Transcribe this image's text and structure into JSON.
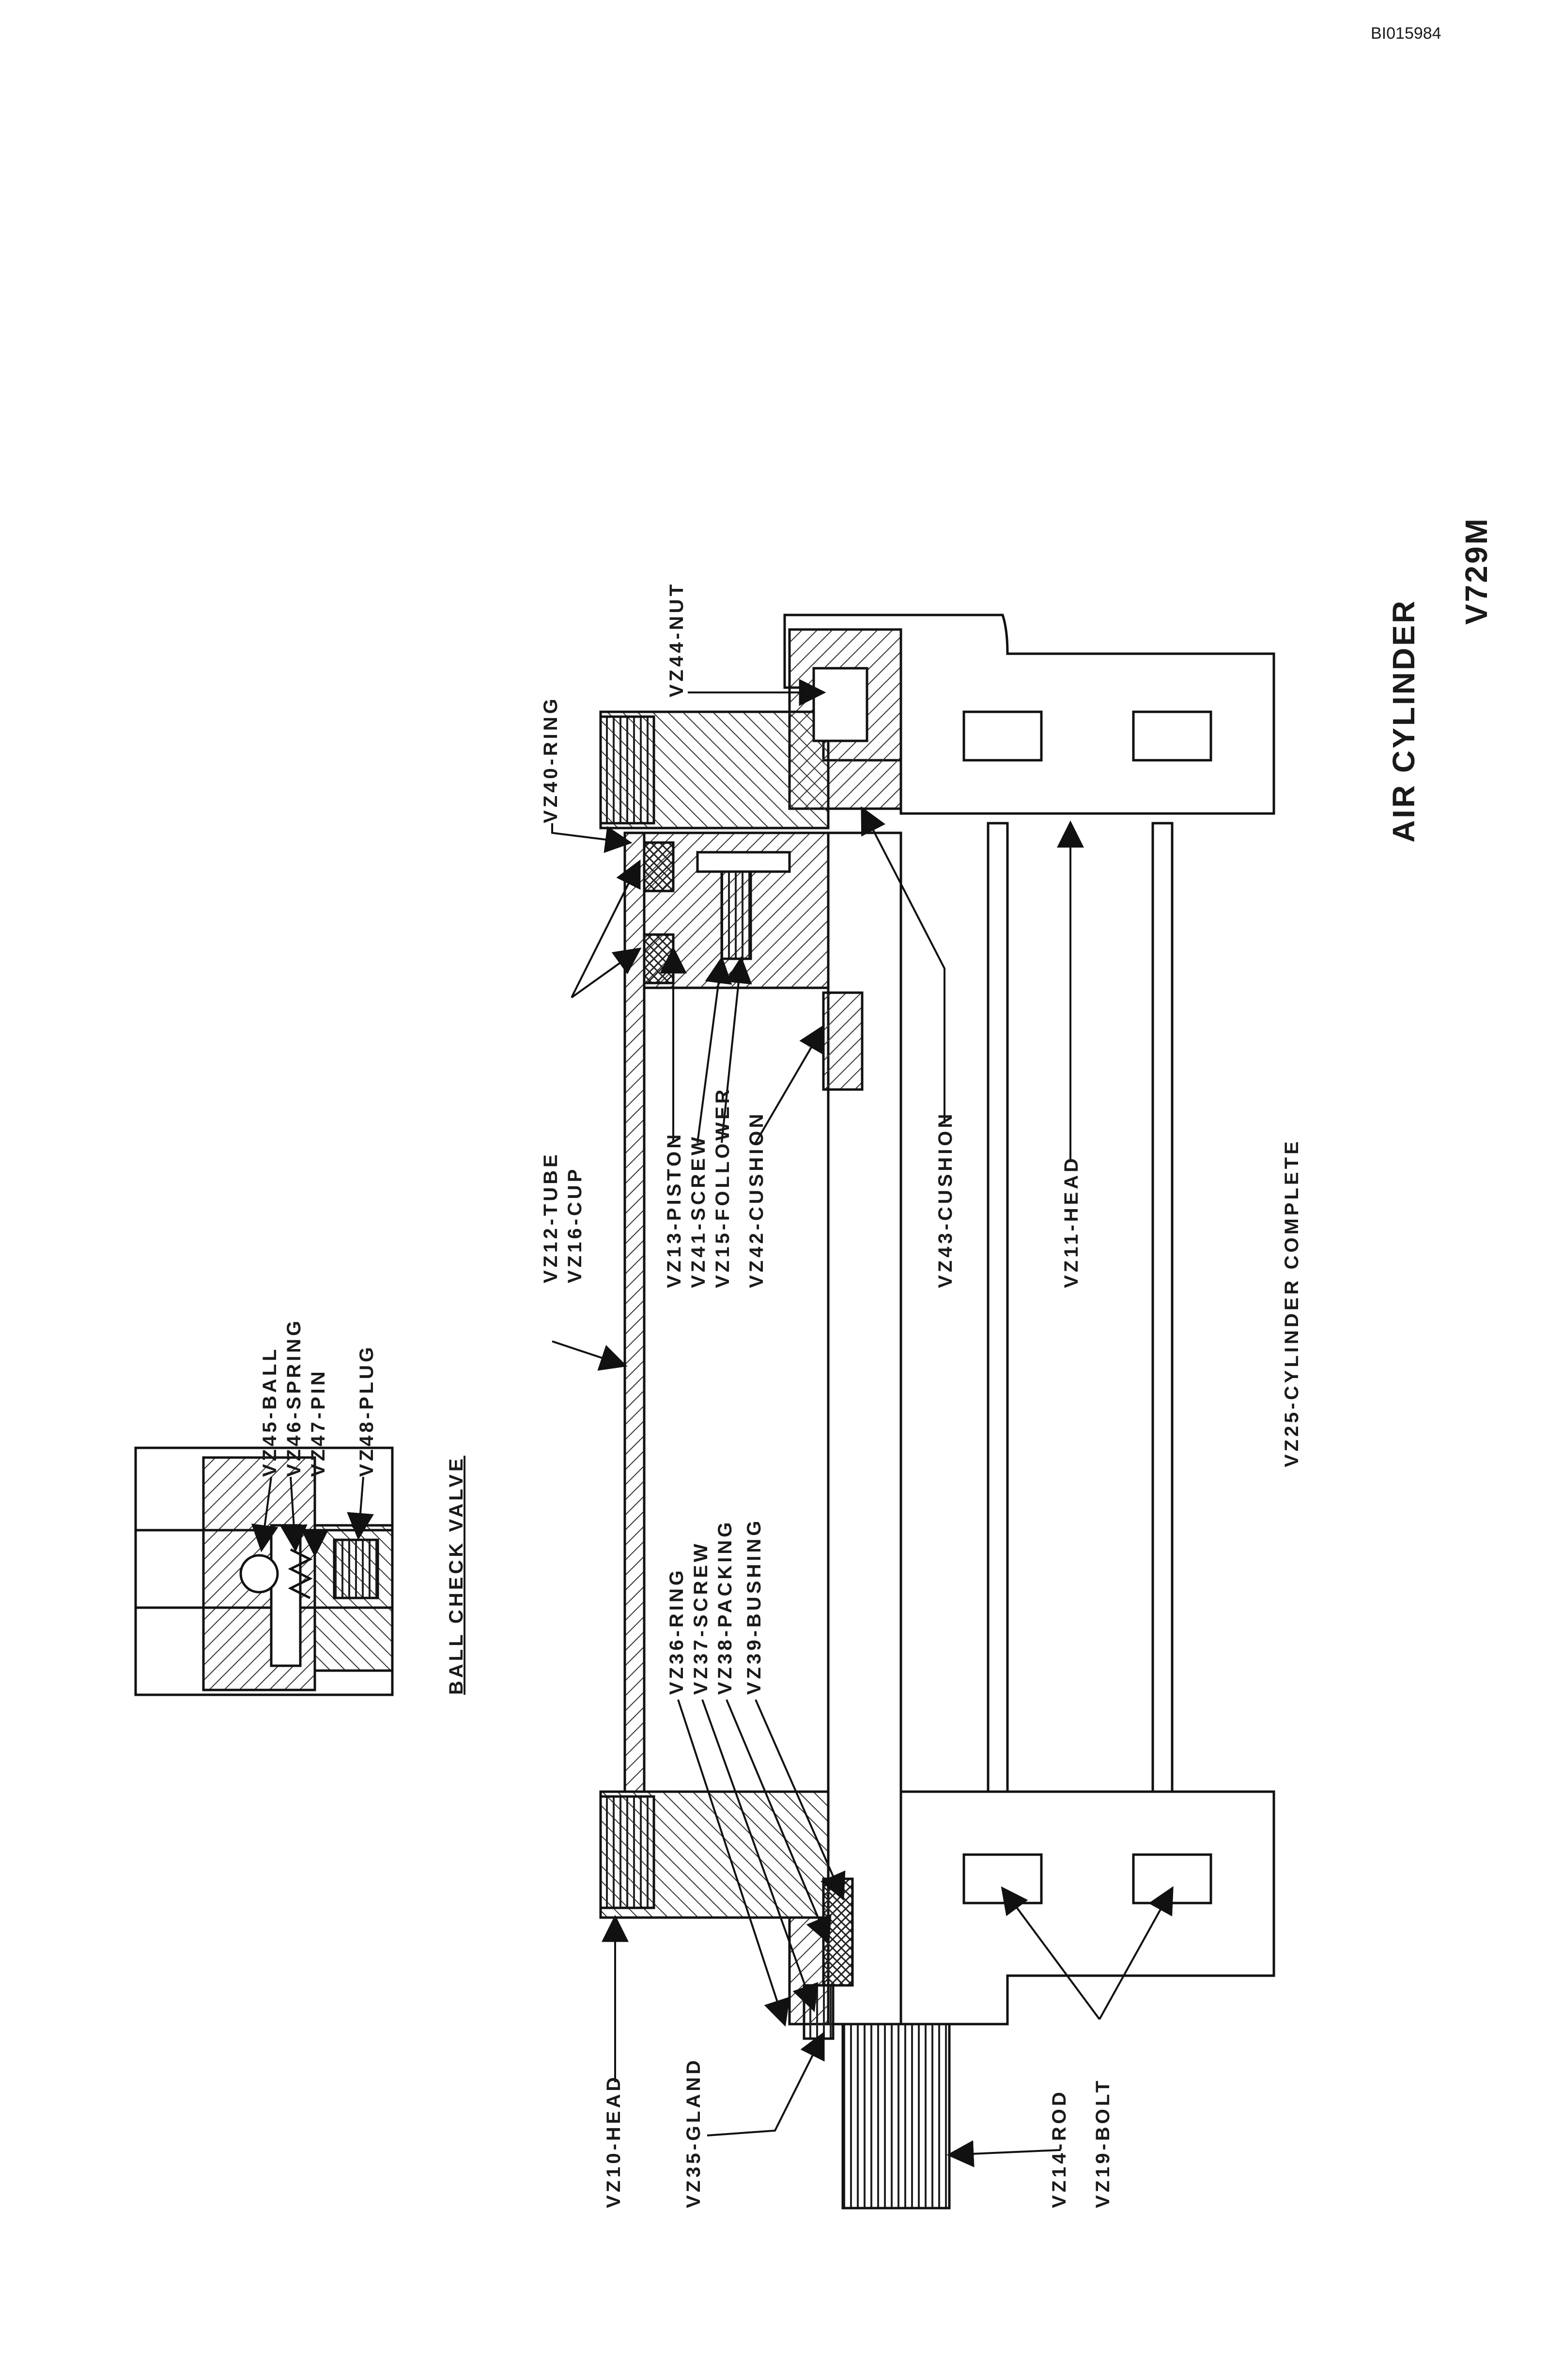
{
  "document_id": "BI015984",
  "title": "AIR CYLINDER",
  "drawing_code": "V729M",
  "assembly_label": "VZ25-CYLINDER COMPLETE",
  "inset_title": "BALL CHECK VALVE",
  "parts": {
    "vz10": "VZ10-HEAD",
    "vz35": "VZ35-GLAND",
    "vz14": "VZ14-ROD",
    "vz19": "VZ19-BOLT",
    "vz36": "VZ36-RING",
    "vz37": "VZ37-SCREW",
    "vz38": "VZ38-PACKING",
    "vz39": "VZ39-BUSHING",
    "vz12": "VZ12-TUBE",
    "vz16": "VZ16-CUP",
    "vz13": "VZ13-PISTON",
    "vz41": "VZ41-SCREW",
    "vz15": "VZ15-FOLLOWER",
    "vz42": "VZ42-CUSHION",
    "vz43": "VZ43-CUSHION",
    "vz11": "VZ11-HEAD",
    "vz40": "VZ40-RING",
    "vz44": "VZ44-NUT",
    "vz45": "VZ45-BALL",
    "vz46": "VZ46-SPRING",
    "vz47": "VZ47-PIN",
    "vz48": "VZ48-PLUG"
  }
}
